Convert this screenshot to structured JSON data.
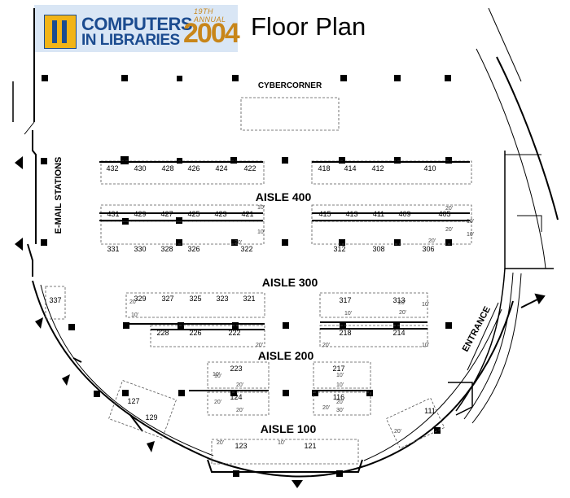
{
  "header": {
    "logo_annual": "19TH ANNUAL",
    "logo_line1": "COMPUTERS",
    "logo_line2": "IN LIBRARIES",
    "logo_year": "2004",
    "title": "Floor Plan"
  },
  "labels": {
    "cybercorner": "CYBERCORNER",
    "email_stations": "E-MAIL STATIONS",
    "entrance": "ENTRANCE",
    "aisle_400": "AISLE 400",
    "aisle_300": "AISLE 300",
    "aisle_200": "AISLE 200",
    "aisle_100": "AISLE 100"
  },
  "booths": {
    "row_400_top_left": [
      "432",
      "430",
      "428",
      "426",
      "424",
      "422"
    ],
    "row_400_top_right": [
      "418",
      "414",
      "412",
      "410"
    ],
    "row_400_bottom_left": [
      "431",
      "429",
      "427",
      "425",
      "423",
      "421"
    ],
    "row_400_bottom_right": [
      "415",
      "413",
      "411",
      "409",
      "405"
    ],
    "row_300_top_left": [
      "331",
      "330",
      "328",
      "326",
      "322"
    ],
    "row_300_top_right": [
      "312",
      "308",
      "306"
    ],
    "row_300_bottom_left": [
      "329",
      "327",
      "325",
      "323",
      "321"
    ],
    "row_300_bottom_right": [
      "317",
      "313"
    ],
    "row_200_top_left": [
      "228",
      "226",
      "222"
    ],
    "row_200_top_right": [
      "218",
      "214"
    ],
    "row_200_bottom": [
      "223",
      "217"
    ],
    "row_100_top": [
      "124",
      "116"
    ],
    "row_100_bottom": [
      "123",
      "121"
    ],
    "perimeter": [
      "337",
      "127",
      "129",
      "111"
    ]
  },
  "dimensions": [
    "10'",
    "20'",
    "10'",
    "20'",
    "20'",
    "10'",
    "20'",
    "10'",
    "20'",
    "20'",
    "10'",
    "20'",
    "10'",
    "10'",
    "20'",
    "20'",
    "10'",
    "10'",
    "20'",
    "10'",
    "20'",
    "10'",
    "20'",
    "20'",
    "30'",
    "10'",
    "10'",
    "20'",
    "20'",
    "20'"
  ],
  "colors": {
    "logo_blue": "#1b4b8f",
    "logo_gold": "#c8861a",
    "logo_bg": "#d9e6f5"
  }
}
